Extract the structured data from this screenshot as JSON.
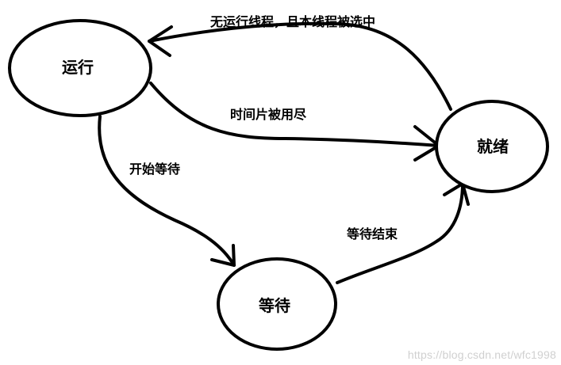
{
  "states": {
    "running": "运行",
    "ready": "就绪",
    "waiting": "等待"
  },
  "transitions": {
    "ready_to_running": "无运行线程，且本线程被选中",
    "running_to_ready": "时间片被用尽",
    "running_to_waiting": "开始等待",
    "waiting_to_ready": "等待结束"
  },
  "watermark": "https://blog.csdn.net/wfc1998"
}
